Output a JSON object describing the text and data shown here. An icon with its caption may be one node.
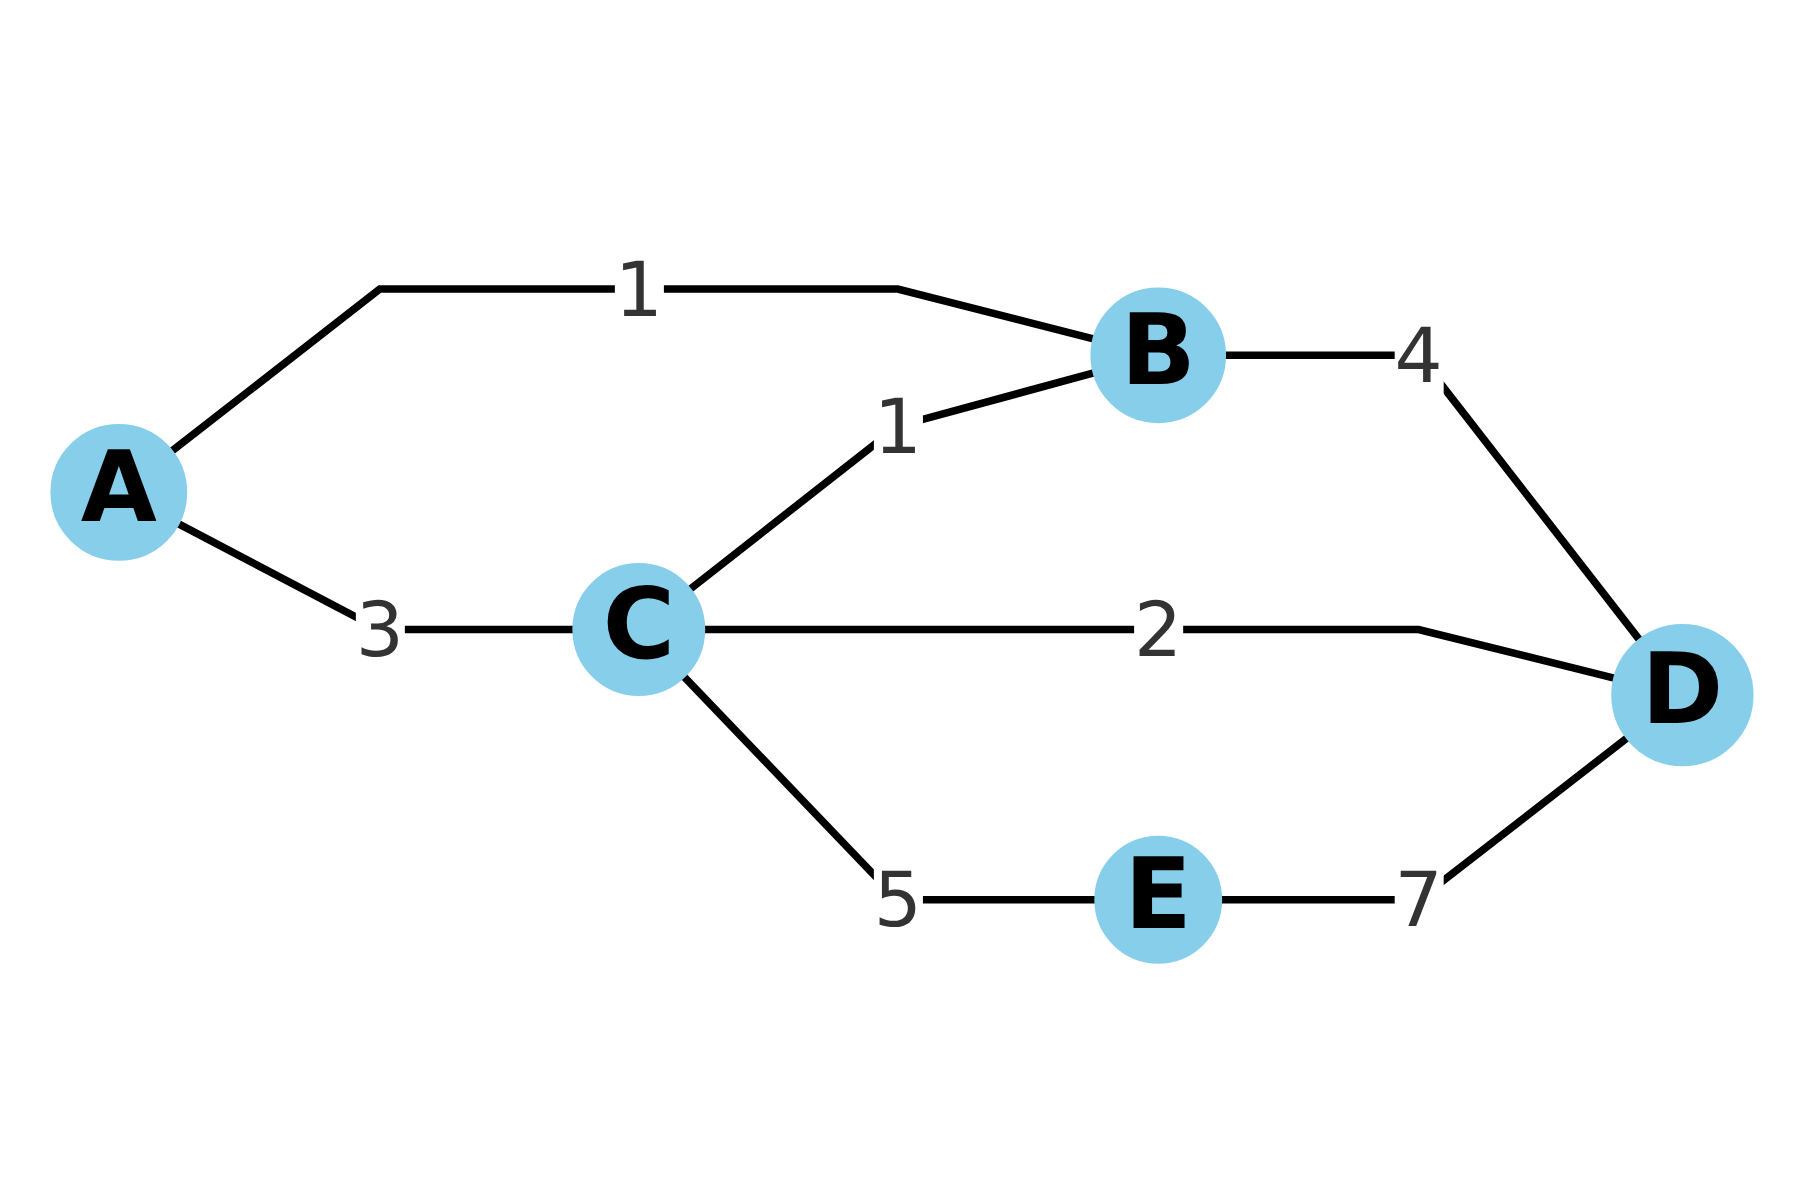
{
  "diagram": {
    "nodes": [
      {
        "text": [
          "A"
        ]
      },
      {
        "text": [
          "B"
        ]
      },
      {
        "text": [
          "C"
        ]
      },
      {
        "text": [
          "D"
        ]
      },
      {
        "text": [
          "E"
        ]
      }
    ],
    "edges": [
      {
        "from": 0,
        "to": 1,
        "arrow": "none",
        "label": "1"
      },
      {
        "from": 0,
        "to": 2,
        "arrow": "none",
        "label": "3"
      },
      {
        "from": 2,
        "to": 1,
        "arrow": "none",
        "label": "1"
      },
      {
        "from": 1,
        "to": 3,
        "arrow": "none",
        "label": "4"
      },
      {
        "from": 2,
        "to": 3,
        "arrow": "none",
        "label": "2"
      },
      {
        "from": 2,
        "to": 4,
        "arrow": "none",
        "label": "5"
      },
      {
        "from": 4,
        "to": 3,
        "arrow": "none",
        "label": "7"
      }
    ]
  }
}
